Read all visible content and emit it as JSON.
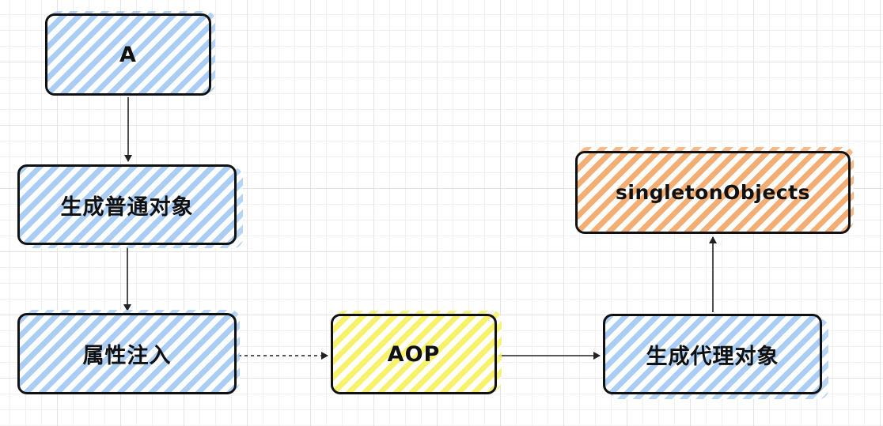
{
  "diagram": {
    "nodes": {
      "a": {
        "label": "A",
        "fill": "#a9cdf4"
      },
      "normal_object": {
        "label": "生成普通对象",
        "fill": "#a9cdf4"
      },
      "property_injection": {
        "label": "属性注入",
        "fill": "#a9cdf4"
      },
      "aop": {
        "label": "AOP",
        "fill": "#f7f26a"
      },
      "proxy_object": {
        "label": "生成代理对象",
        "fill": "#a9cdf4"
      },
      "singleton_objects": {
        "label": "singletonObjects",
        "fill": "#f4ad72"
      }
    },
    "edges": [
      {
        "from": "a",
        "to": "normal_object",
        "style": "solid"
      },
      {
        "from": "normal_object",
        "to": "property_injection",
        "style": "solid"
      },
      {
        "from": "property_injection",
        "to": "aop",
        "style": "dashed"
      },
      {
        "from": "aop",
        "to": "proxy_object",
        "style": "solid"
      },
      {
        "from": "proxy_object",
        "to": "singleton_objects",
        "style": "solid"
      }
    ],
    "colors": {
      "stroke": "#111111",
      "edge": "#222222",
      "grid": "#e4e4e4"
    }
  }
}
